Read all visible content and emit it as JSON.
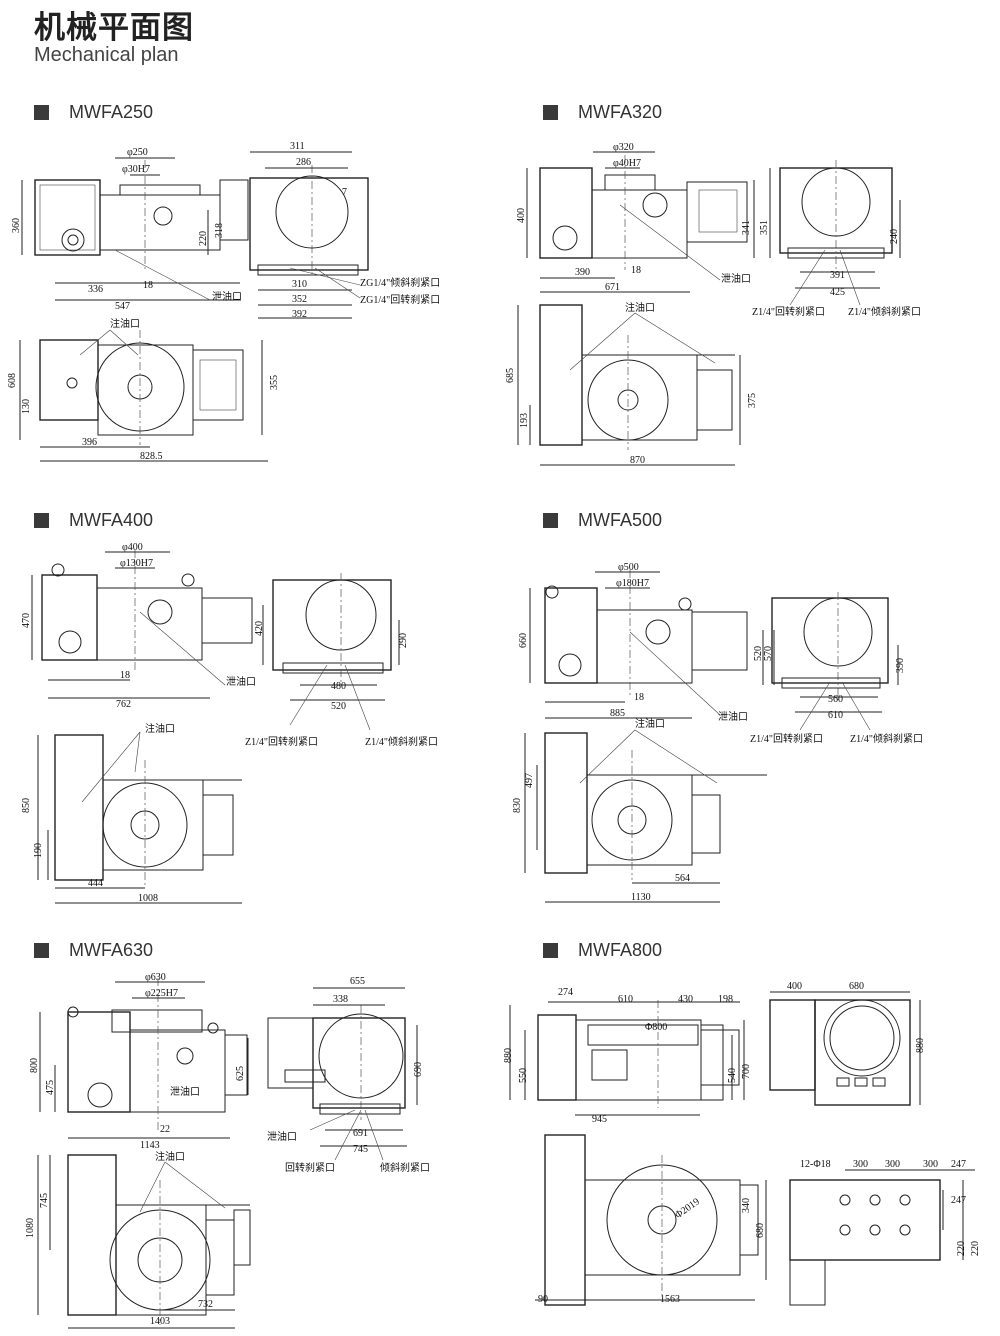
{
  "header": {
    "title_cn": "机械平面图",
    "title_en": "Mechanical plan"
  },
  "models": [
    {
      "name": "MWFA250",
      "side_dims": [
        "φ250",
        "φ30H7",
        "360",
        "220",
        "318",
        "336",
        "18",
        "547"
      ],
      "front_dims": [
        "311",
        "286",
        "7",
        "310",
        "352",
        "392"
      ],
      "top_dims": [
        "608",
        "130",
        "355",
        "396",
        "828.5"
      ],
      "labels": [
        "泄油口",
        "ZG1/4\"倾斜刹紧口",
        "ZG1/4\"回转刹紧口",
        "注油口"
      ]
    },
    {
      "name": "MWFA320",
      "side_dims": [
        "φ320",
        "φ40H7",
        "400",
        "390",
        "18",
        "671"
      ],
      "front_dims": [
        "341",
        "351",
        "240",
        "391",
        "425"
      ],
      "top_dims": [
        "685",
        "193",
        "375",
        "870"
      ],
      "labels": [
        "泄油口",
        "Z1/4\"回转刹紧口",
        "Z1/4\"倾斜刹紧口",
        "注油口"
      ]
    },
    {
      "name": "MWFA400",
      "side_dims": [
        "φ400",
        "φ130H7",
        "470",
        "18",
        "762"
      ],
      "front_dims": [
        "420",
        "290",
        "480",
        "520"
      ],
      "top_dims": [
        "850",
        "190",
        "444",
        "1008"
      ],
      "labels": [
        "泄油口",
        "Z1/4\"回转刹紧口",
        "Z1/4\"倾斜刹紧口",
        "注油口"
      ]
    },
    {
      "name": "MWFA500",
      "side_dims": [
        "φ500",
        "φ180H7",
        "660",
        "18",
        "885"
      ],
      "front_dims": [
        "520",
        "570",
        "390",
        "560",
        "610"
      ],
      "top_dims": [
        "830",
        "497",
        "564",
        "1130"
      ],
      "labels": [
        "泄油口",
        "Z1/4\"回转刹紧口",
        "Z1/4\"倾斜刹紧口",
        "注油口"
      ]
    },
    {
      "name": "MWFA630",
      "side_dims": [
        "φ630",
        "φ225H7",
        "800",
        "475",
        "625",
        "22",
        "1143"
      ],
      "front_dims": [
        "655",
        "338",
        "690",
        "691",
        "745"
      ],
      "top_dims": [
        "1080",
        "745",
        "732",
        "1403"
      ],
      "labels": [
        "泄油口",
        "回转刹紧口",
        "倾斜刹紧口",
        "注油口"
      ]
    },
    {
      "name": "MWFA800",
      "side_dims": [
        "274",
        "610",
        "430",
        "198",
        "Φ800",
        "880",
        "550",
        "540",
        "700",
        "945"
      ],
      "front_dims": [
        "400",
        "680",
        "880"
      ],
      "top_dims": [
        "340",
        "680",
        "90",
        "1563"
      ],
      "plate_dims": [
        "12-Φ18",
        "300",
        "300",
        "300",
        "247",
        "247",
        "220",
        "220"
      ],
      "labels": [
        "Φ2019"
      ]
    }
  ]
}
